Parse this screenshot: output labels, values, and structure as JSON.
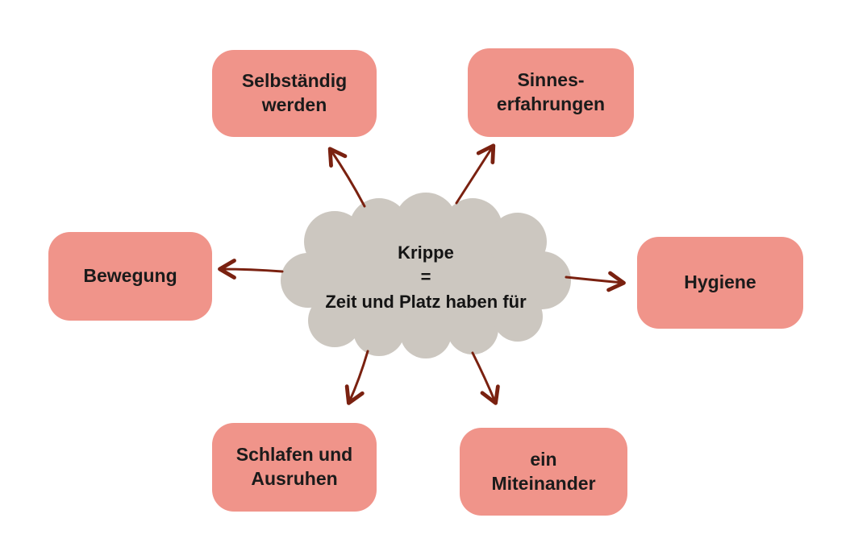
{
  "center": {
    "lines": [
      "Krippe",
      "=",
      "Zeit und Platz haben für"
    ]
  },
  "nodes": [
    {
      "id": "selbstaendig-werden",
      "lines": [
        "Selbständig",
        "werden"
      ]
    },
    {
      "id": "sinneserfahrungen",
      "lines": [
        "Sinnes-",
        "erfahrungen"
      ]
    },
    {
      "id": "bewegung",
      "lines": [
        "Bewegung"
      ]
    },
    {
      "id": "hygiene",
      "lines": [
        "Hygiene"
      ]
    },
    {
      "id": "schlafen-und-ausruhen",
      "lines": [
        "Schlafen und",
        "Ausruhen"
      ]
    },
    {
      "id": "ein-miteinander",
      "lines": [
        "ein",
        "Miteinander"
      ]
    }
  ],
  "colors": {
    "node_background": "#f0948a",
    "cloud_background": "#ccc7c0",
    "arrow": "#7a2110",
    "text": "#1b1b1b",
    "background": "#ffffff"
  }
}
